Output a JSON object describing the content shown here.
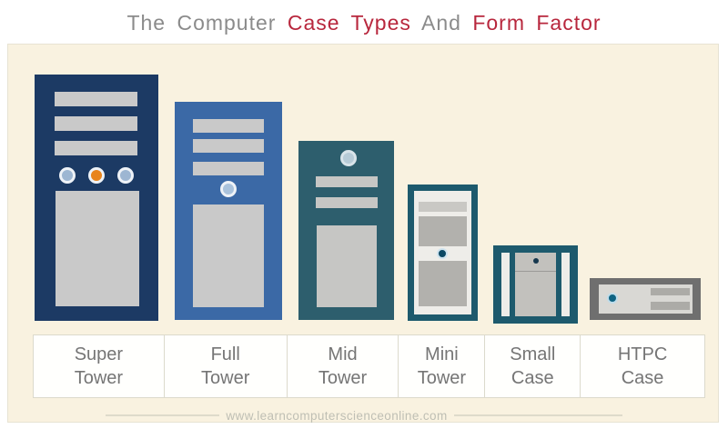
{
  "title": {
    "text_full": "The Computer Case Types And Form Factor",
    "segments": [
      {
        "text": "The Computer ",
        "color": "#8b8b8b"
      },
      {
        "text": "Case Types",
        "color": "#b8273d"
      },
      {
        "text": " And ",
        "color": "#8b8b8b"
      },
      {
        "text": "Form Factor",
        "color": "#b8273d"
      }
    ]
  },
  "cases": [
    {
      "name": "Super Tower",
      "label_line1": "Super",
      "label_line2": "Tower",
      "body_color": "#1c3a64"
    },
    {
      "name": "Full Tower",
      "label_line1": "Full",
      "label_line2": "Tower",
      "body_color": "#3b69a6"
    },
    {
      "name": "Mid Tower",
      "label_line1": "Mid",
      "label_line2": "Tower",
      "body_color": "#2d5e6d"
    },
    {
      "name": "Mini Tower",
      "label_line1": "Mini",
      "label_line2": "Tower",
      "body_color": "#1d5a6d"
    },
    {
      "name": "Small Case",
      "label_line1": "Small",
      "label_line2": "Case",
      "body_color": "#1d5a6d"
    },
    {
      "name": "HTPC Case",
      "label_line1": "HTPC",
      "label_line2": "Case",
      "body_color": "#6f6f6f"
    }
  ],
  "footer": {
    "website": "www.learncomputerscienceonline.com"
  },
  "colors": {
    "page_background": "#ffffff",
    "panel_background": "#f9f2e0",
    "panel_border": "#e7e3d3",
    "drive_bay_gray": "#c9c9c9",
    "door_gray": "#c6c6c4",
    "label_text": "#757575",
    "label_band_background": "#fffffd",
    "label_band_border": "#dcdacc",
    "title_gray": "#8b8b8b",
    "title_red": "#b8273d",
    "button_orange": "#e8841c",
    "button_light_blue": "#a9c2dc",
    "teal_dark": "#1d5a6d",
    "navy_dot": "#0d4964",
    "htpc_frame_gray": "#6f6f6f",
    "footer_text": "#bfbfb4"
  }
}
